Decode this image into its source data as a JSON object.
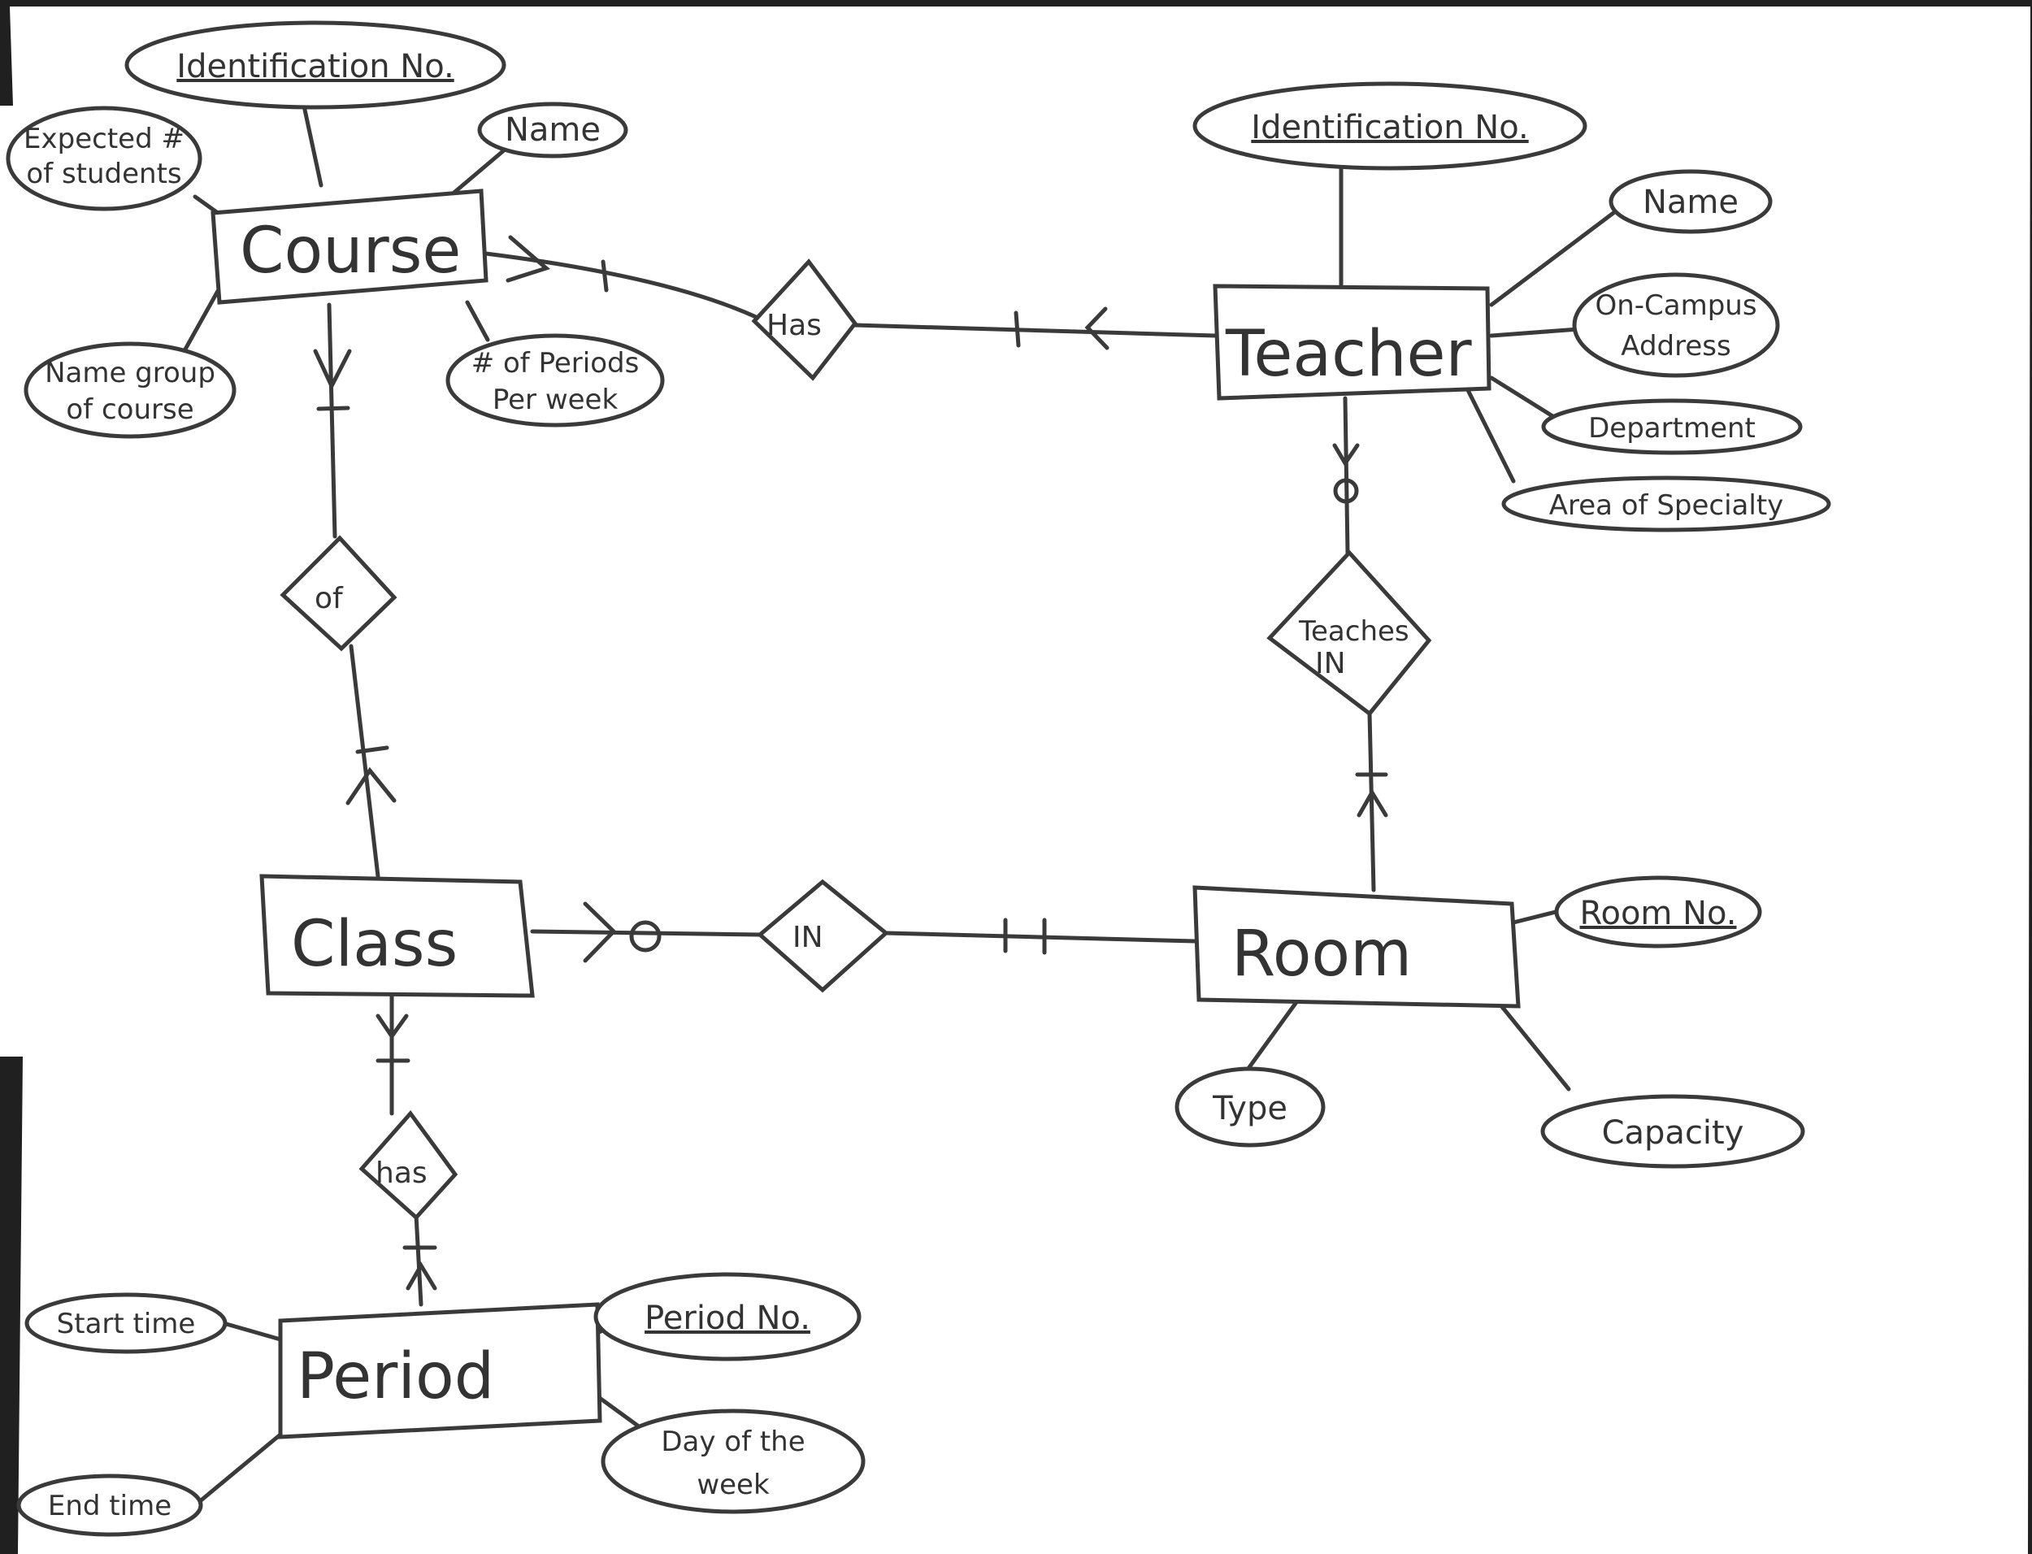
{
  "entities": {
    "course": "Course",
    "teacher": "Teacher",
    "class": "Class",
    "room": "Room",
    "period": "Period"
  },
  "relationships": {
    "has_course_teacher": "Has",
    "of": "of",
    "teaches_in_1": "Teaches",
    "teaches_in_2": "IN",
    "in": "IN",
    "has_class_period": "has"
  },
  "attributes": {
    "course_id": "Identification No.",
    "course_name": "Name",
    "course_expected_1": "Expected #",
    "course_expected_2": "of students",
    "course_name_group_1": "Name group",
    "course_name_group_2": "of course",
    "course_periods_1": "# of Periods",
    "course_periods_2": "Per week",
    "teacher_id": "Identification No.",
    "teacher_name": "Name",
    "teacher_address_1": "On-Campus",
    "teacher_address_2": "Address",
    "teacher_department": "Department",
    "teacher_specialty": "Area of Specialty",
    "room_no": "Room No.",
    "room_type": "Type",
    "room_capacity": "Capacity",
    "period_no": "Period No.",
    "period_start": "Start time",
    "period_end": "End time",
    "period_day_1": "Day of the",
    "period_day_2": "week"
  }
}
